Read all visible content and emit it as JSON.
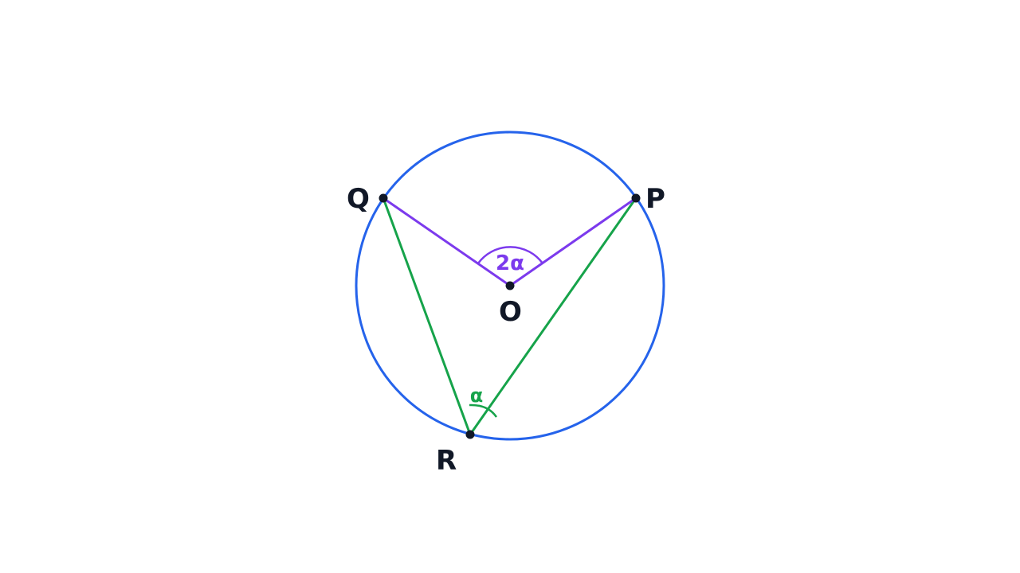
{
  "colors": {
    "circle": "#2563eb",
    "central_angle": "#7c3aed",
    "inscribed_angle": "#16a34a",
    "point": "#111827",
    "label": "#111827",
    "background": "#ffffff"
  },
  "points": {
    "P": "P",
    "Q": "Q",
    "R": "R",
    "O": "O"
  },
  "angles": {
    "central": "2α",
    "inscribed": "α"
  }
}
